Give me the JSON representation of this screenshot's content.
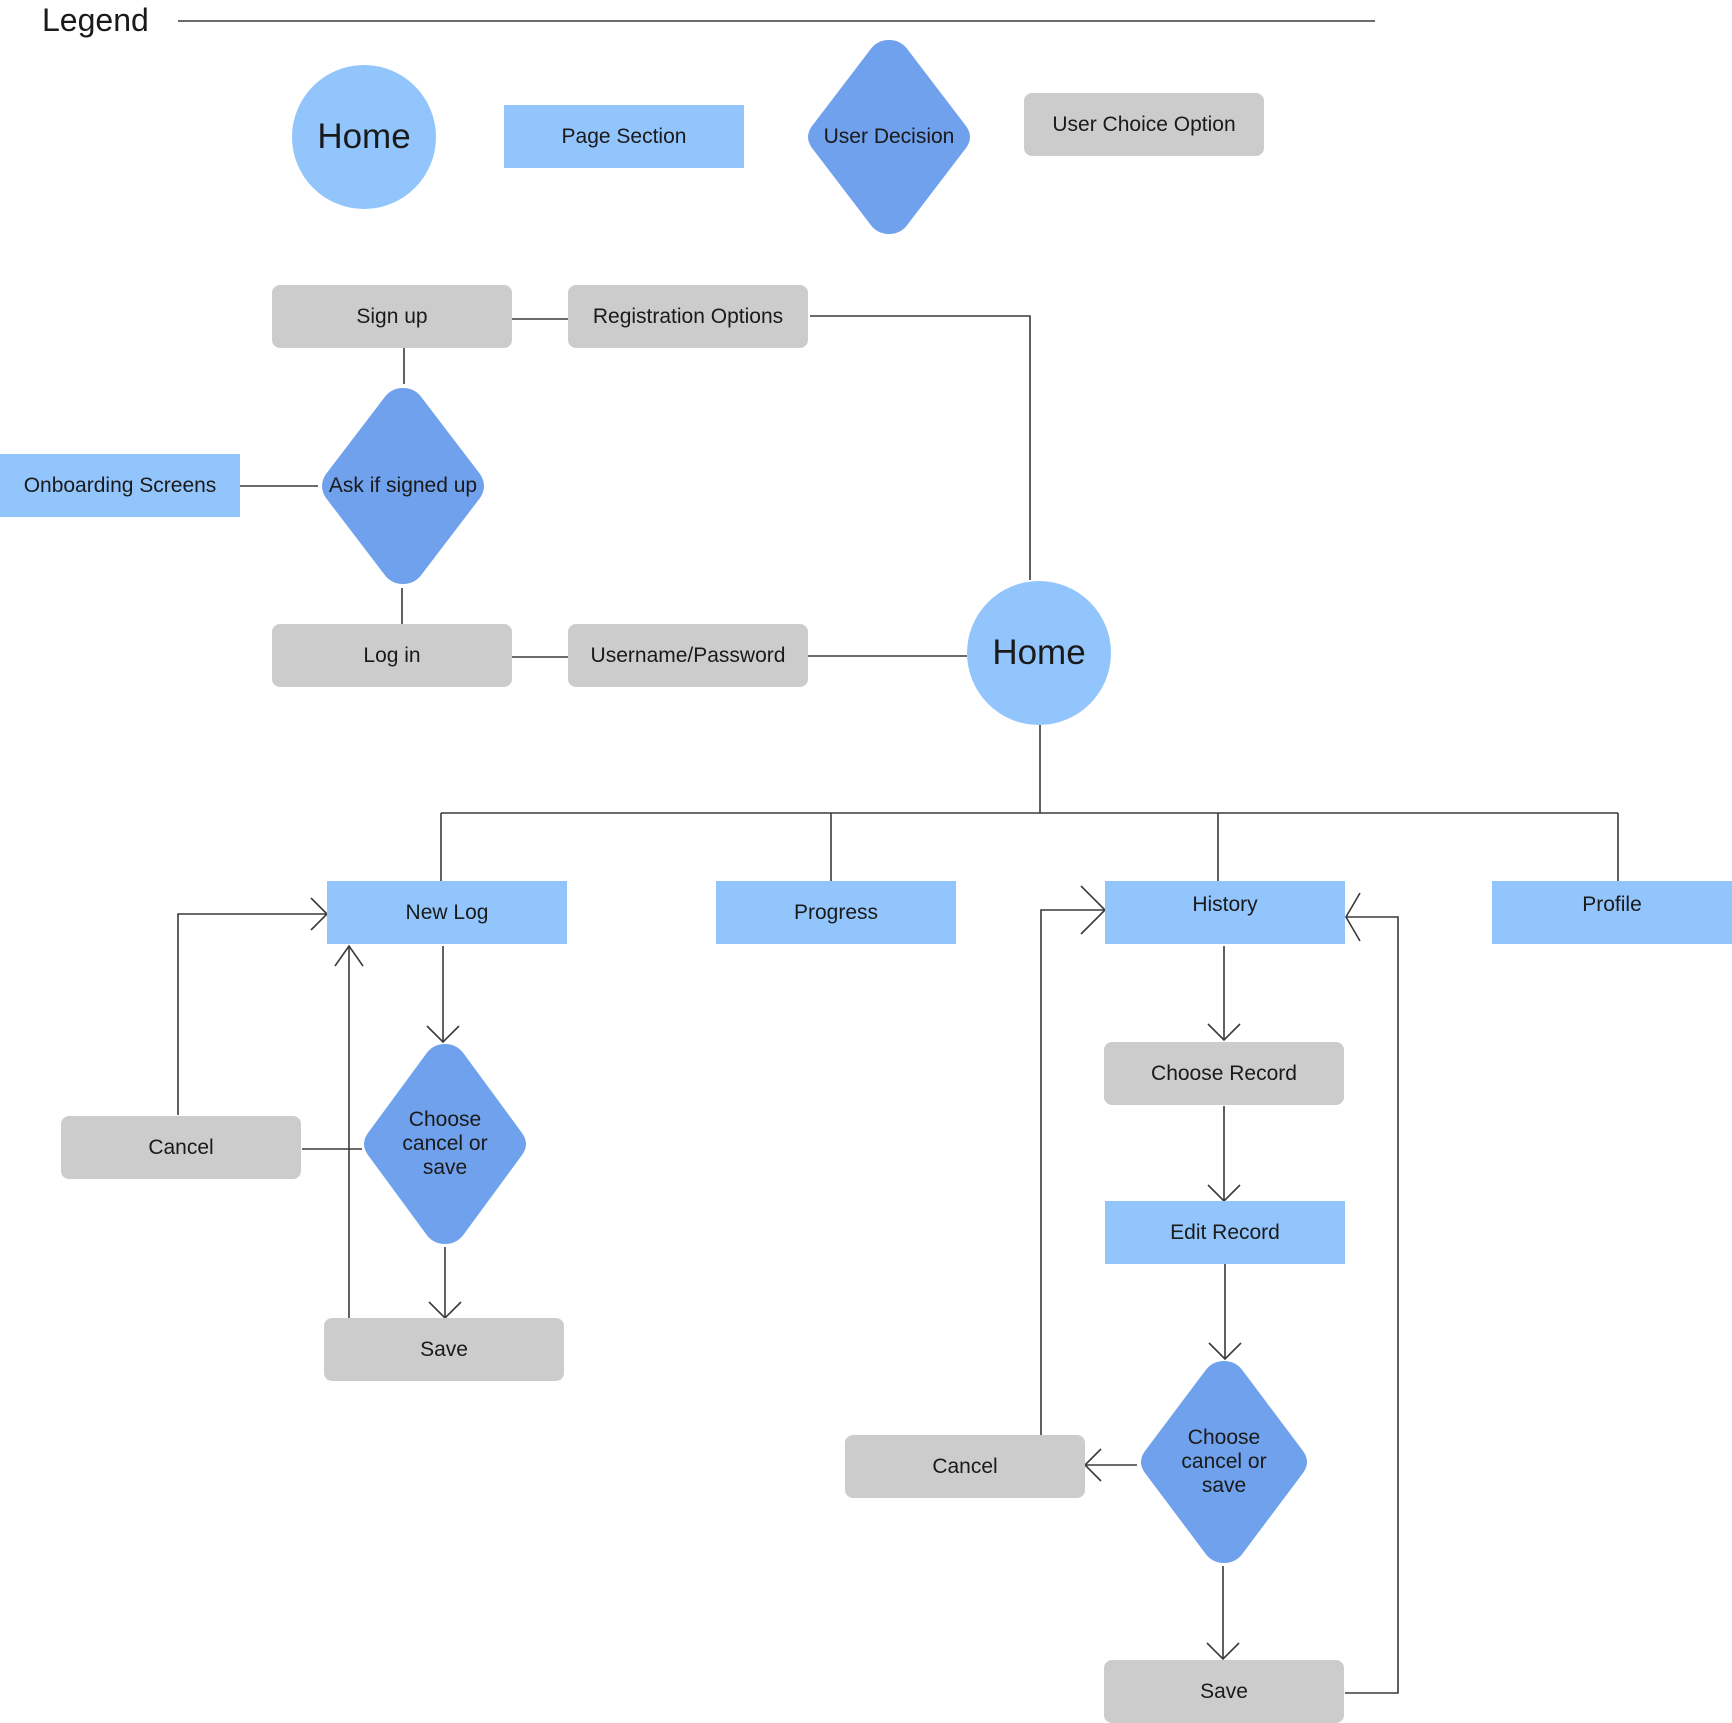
{
  "legend": {
    "title": "Legend",
    "home": "Home",
    "page_section": "Page Section",
    "user_decision": "User Decision",
    "user_choice_option": "User Choice Option"
  },
  "nodes": {
    "sign_up": "Sign up",
    "registration_options": "Registration Options",
    "onboarding_screens": "Onboarding Screens",
    "ask_if_signed_up": "Ask if signed up",
    "log_in": "Log in",
    "username_password": "Username/Password",
    "home": "Home",
    "new_log": "New Log",
    "progress": "Progress",
    "history": "History",
    "profile": "Profile",
    "cancel_newlog": "Cancel",
    "choose_cancel_or_save_newlog": "Choose cancel or save",
    "save_newlog": "Save",
    "choose_record": "Choose Record",
    "edit_record": "Edit Record",
    "cancel_history": "Cancel",
    "choose_cancel_or_save_history": "Choose cancel or save",
    "save_history": "Save"
  },
  "colors": {
    "page_section": "#93c5fd",
    "home_circle": "#93c5fd",
    "user_decision": "#6fa1ec",
    "user_choice_option": "#cccccc",
    "connector": "#3a3a3a"
  }
}
